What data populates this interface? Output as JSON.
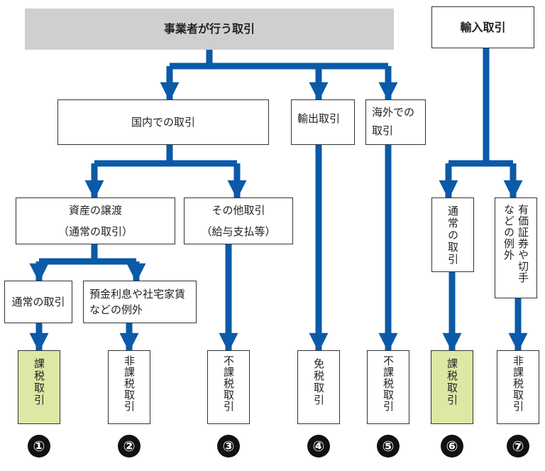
{
  "top": {
    "business": "事業者が行う取引",
    "import": "輸入取引"
  },
  "level2": {
    "domestic": "国内での取引",
    "export": "輸出取引",
    "overseas": "海外での取引"
  },
  "level3": {
    "asset_transfer": "資産の譲渡",
    "asset_transfer_note": "（通常の取引）",
    "other": "その他取引",
    "other_note": "（給与支払等）",
    "import_normal": "通常の取引",
    "securities": "有価証券や切手などの例外"
  },
  "level4": {
    "normal": "通常の取引",
    "exceptions": "預金利息や社宅家賃などの例外"
  },
  "results": {
    "r1": "課税取引",
    "r2": "非課税取引",
    "r3": "不課税取引",
    "r4": "免税取引",
    "r5": "不課税取引",
    "r6": "課税取引",
    "r7": "非課税取引"
  },
  "numbers": [
    "①",
    "②",
    "③",
    "④",
    "⑤",
    "⑥",
    "⑦"
  ],
  "colors": {
    "arrow": "#0a5aa8",
    "header_fill": "#cfcfcf",
    "taxed_fill": "#dde8a4"
  }
}
